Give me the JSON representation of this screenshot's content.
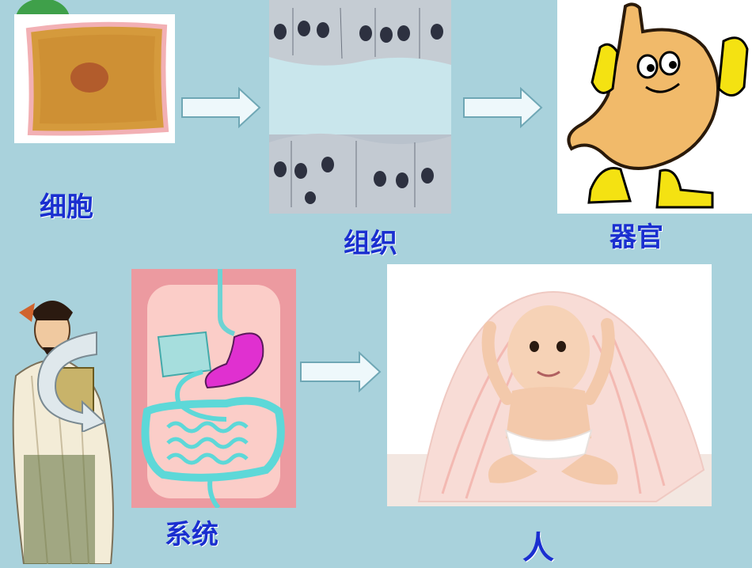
{
  "labels": {
    "cell": "细胞",
    "tissue": "组织",
    "organ": "器官",
    "system": "系统",
    "human": "人"
  },
  "colors": {
    "background": "#a9d2dc",
    "label": "#1a2fd0",
    "arrow_fill": "#eef8fb",
    "arrow_stroke": "#6fa7b5"
  }
}
